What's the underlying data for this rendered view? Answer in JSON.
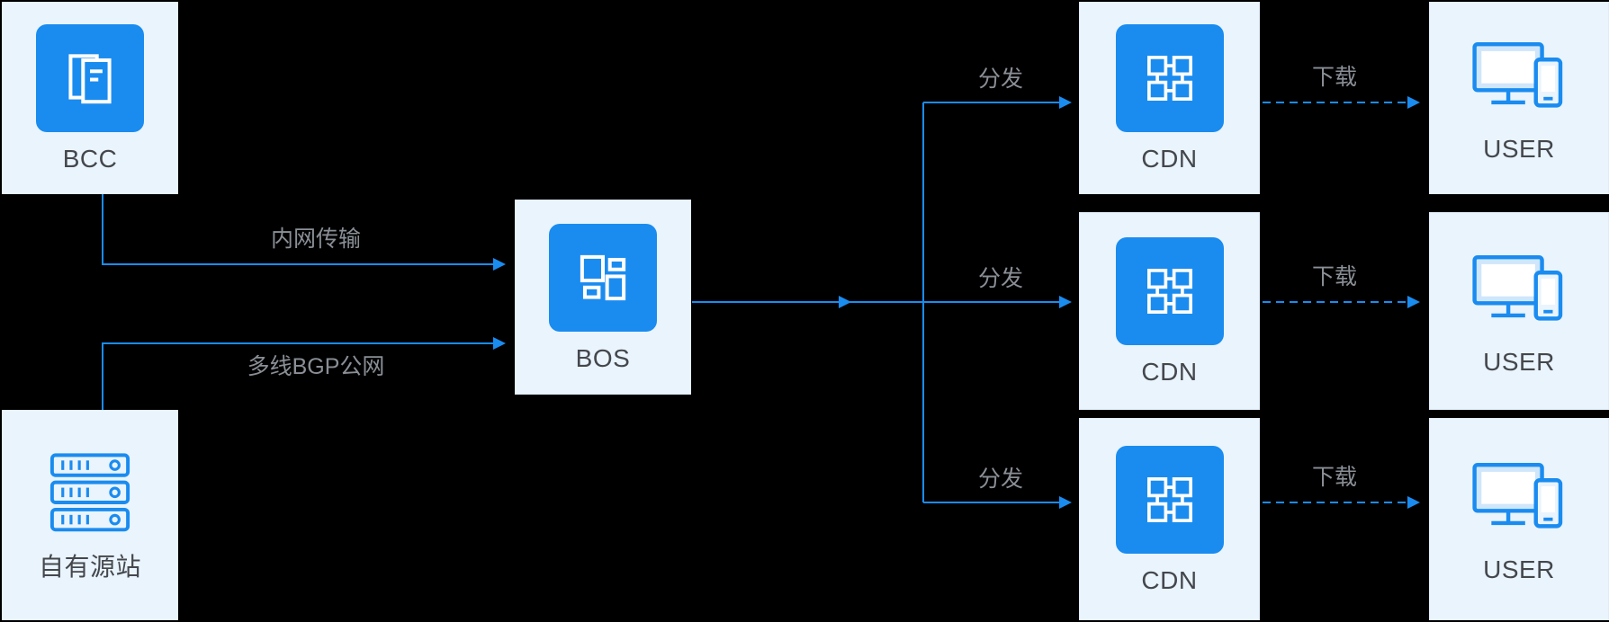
{
  "nodes": {
    "bcc": {
      "label": "BCC",
      "icon": "documents-icon"
    },
    "origin": {
      "label": "自有源站",
      "icon": "server-rack-icon"
    },
    "bos": {
      "label": "BOS",
      "icon": "storage-layout-icon"
    },
    "cdn_top": {
      "label": "CDN",
      "icon": "network-grid-icon"
    },
    "cdn_middle": {
      "label": "CDN",
      "icon": "network-grid-icon"
    },
    "cdn_bottom": {
      "label": "CDN",
      "icon": "network-grid-icon"
    },
    "user_top": {
      "label": "USER",
      "icon": "devices-icon"
    },
    "user_middle": {
      "label": "USER",
      "icon": "devices-icon"
    },
    "user_bottom": {
      "label": "USER",
      "icon": "devices-icon"
    }
  },
  "edges": {
    "bcc_to_bos": {
      "label": "内网传输",
      "style": "solid"
    },
    "origin_to_bos": {
      "label": "多线BGP公网",
      "style": "solid"
    },
    "bos_to_cdn_top": {
      "label": "分发",
      "style": "solid"
    },
    "bos_to_cdn_middle": {
      "label": "分发",
      "style": "solid"
    },
    "bos_to_cdn_bottom": {
      "label": "分发",
      "style": "solid"
    },
    "cdn_to_user_top": {
      "label": "下载",
      "style": "dashed"
    },
    "cdn_to_user_middle": {
      "label": "下载",
      "style": "dashed"
    },
    "cdn_to_user_bottom": {
      "label": "下载",
      "style": "dashed"
    }
  },
  "colors": {
    "accent_blue": "#1A8CF0",
    "node_fill": "#EAF4FD",
    "node_border": "#E0ECF9",
    "node_label_text": "#44474C",
    "edge_label_text": "#8A8F96",
    "background": "#000000"
  }
}
